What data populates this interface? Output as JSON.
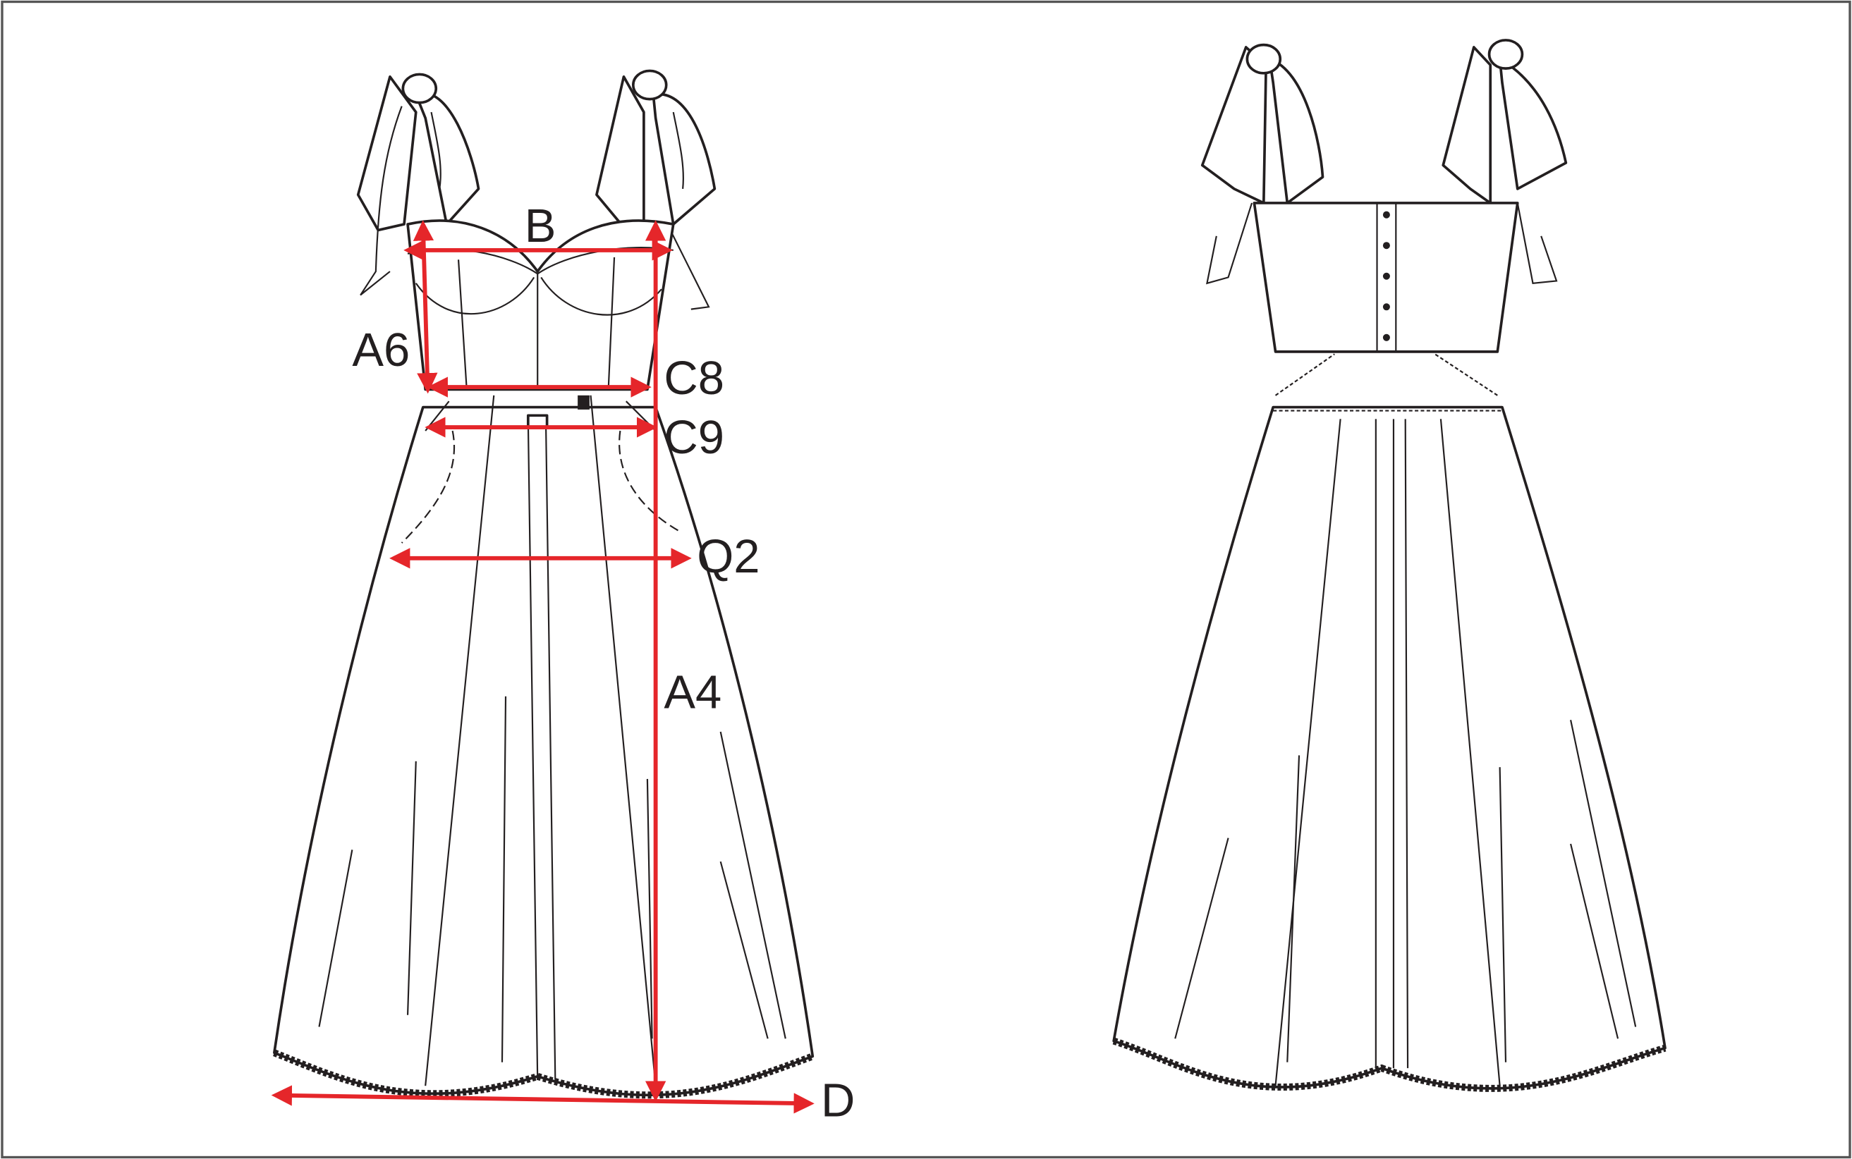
{
  "diagram": {
    "front_view": {
      "measurements": [
        {
          "code": "B"
        },
        {
          "code": "A6"
        },
        {
          "code": "C8"
        },
        {
          "code": "C9"
        },
        {
          "code": "Q2"
        },
        {
          "code": "A4"
        },
        {
          "code": "D"
        }
      ]
    },
    "colors": {
      "measurement": "#e5262a",
      "line": "#231f20",
      "border": "#555555"
    }
  }
}
